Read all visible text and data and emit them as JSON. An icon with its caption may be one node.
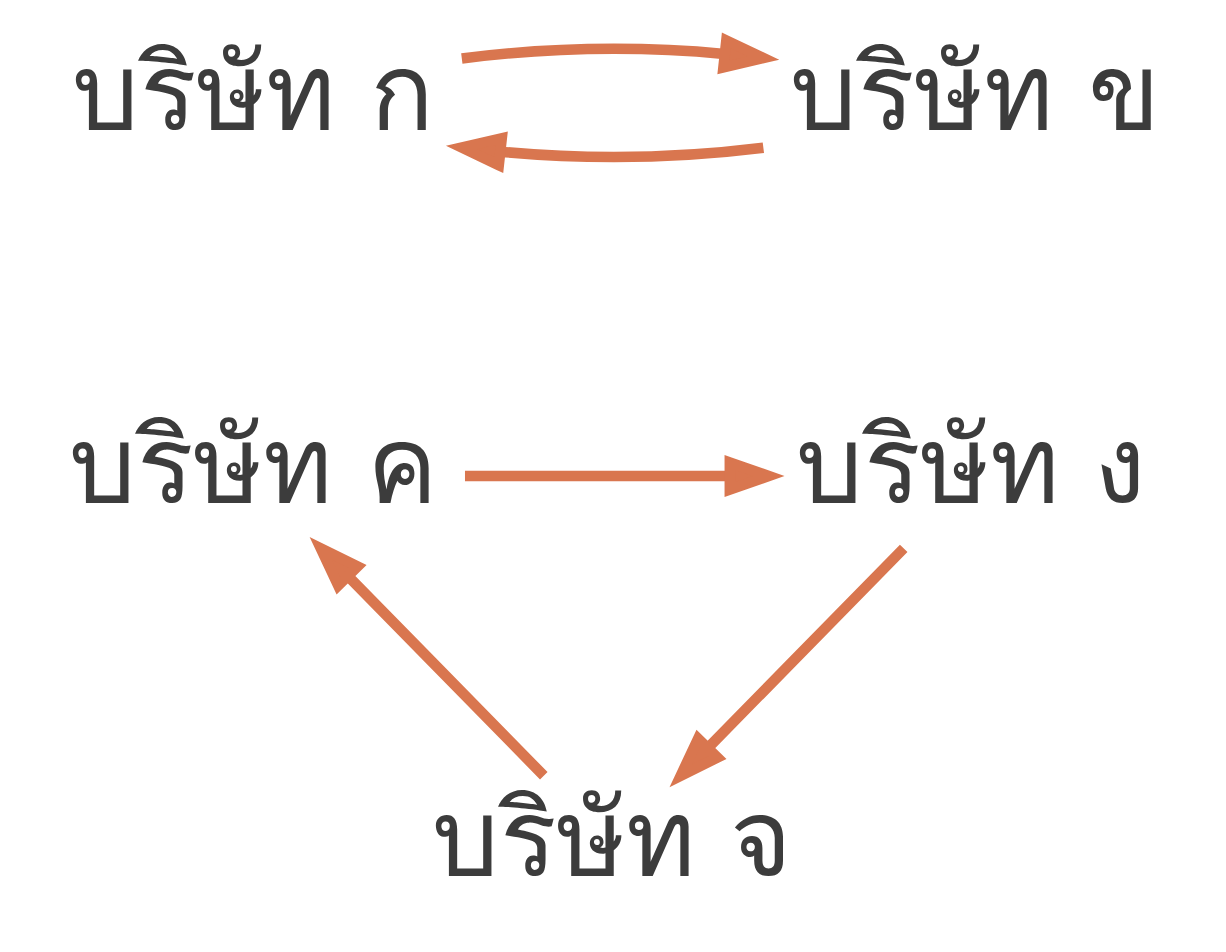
{
  "diagram": {
    "nodes": [
      {
        "text": [
          "บริษัท ก"
        ]
      },
      {
        "text": [
          "บริษัท ข"
        ]
      },
      {
        "text": [
          "บริษัท ค"
        ]
      },
      {
        "text": [
          "บริษัท ง"
        ]
      },
      {
        "text": [
          "บริษัท จ"
        ]
      }
    ],
    "edges": [
      {
        "from": 1,
        "to": 0,
        "arrow": "to",
        "color": "#d9764f"
      },
      {
        "from": 0,
        "to": 1,
        "arrow": "to",
        "color": "#d9764f"
      },
      {
        "from": 2,
        "to": 3,
        "arrow": "to",
        "color": "#d9764f"
      },
      {
        "from": 3,
        "to": 4,
        "arrow": "to",
        "color": "#d9764f"
      },
      {
        "from": 4,
        "to": 2,
        "arrow": "to",
        "color": "#d9764f"
      }
    ]
  }
}
